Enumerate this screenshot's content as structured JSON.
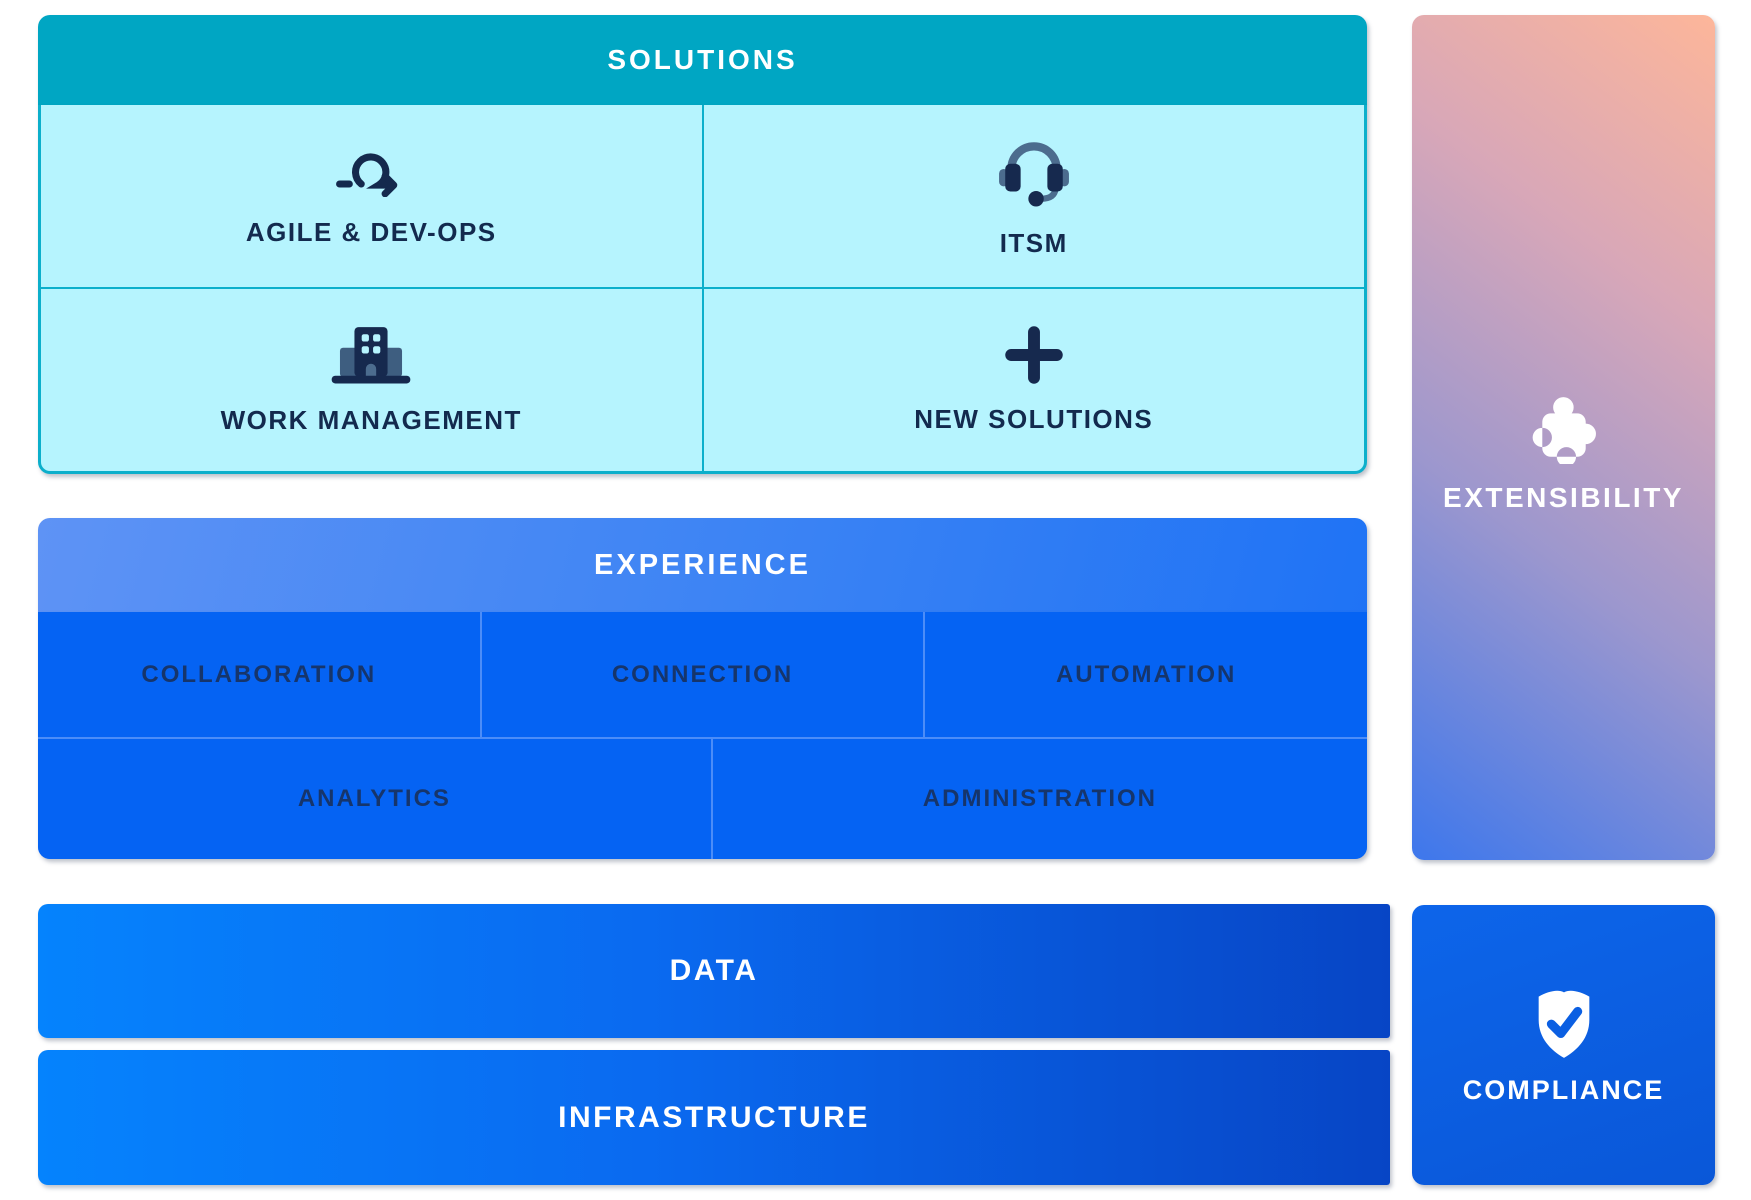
{
  "solutions": {
    "title": "SOLUTIONS",
    "cells": [
      {
        "label": "AGILE & DEV-OPS",
        "icon": "agile-loop-icon"
      },
      {
        "label": "ITSM",
        "icon": "headset-icon"
      },
      {
        "label": "WORK MANAGEMENT",
        "icon": "building-icon"
      },
      {
        "label": "NEW SOLUTIONS",
        "icon": "plus-icon"
      }
    ]
  },
  "experience": {
    "title": "EXPERIENCE",
    "row1": [
      "COLLABORATION",
      "CONNECTION",
      "AUTOMATION"
    ],
    "row2": [
      "ANALYTICS",
      "ADMINISTRATION"
    ]
  },
  "platform": {
    "data_label": "DATA",
    "infrastructure_label": "INFRASTRUCTURE"
  },
  "extensibility": {
    "label": "EXTENSIBILITY",
    "icon": "puzzle-icon"
  },
  "compliance": {
    "label": "COMPLIANCE",
    "icon": "shield-check-icon"
  },
  "colors": {
    "solutions_header_teal": "#00A6C3",
    "solutions_cell_cyan": "#B6F4FE",
    "solutions_grid_line": "#0CAFCB",
    "dark_navy_text": "#132A4E",
    "icon_slate_accent": "#4C6C8E",
    "experience_header_blue_start": "#5E93F5",
    "experience_header_blue_end": "#1F73F5",
    "experience_cell_blue": "#0563F3",
    "experience_label_navy": "#16356B",
    "bar_gradient_start": "#0583FD",
    "bar_gradient_end": "#0745C5",
    "compliance_blue": "#0B5FE2",
    "extensibility_peach": "#FDB69A",
    "extensibility_blue": "#3D77EC",
    "white": "#FFFFFF"
  }
}
